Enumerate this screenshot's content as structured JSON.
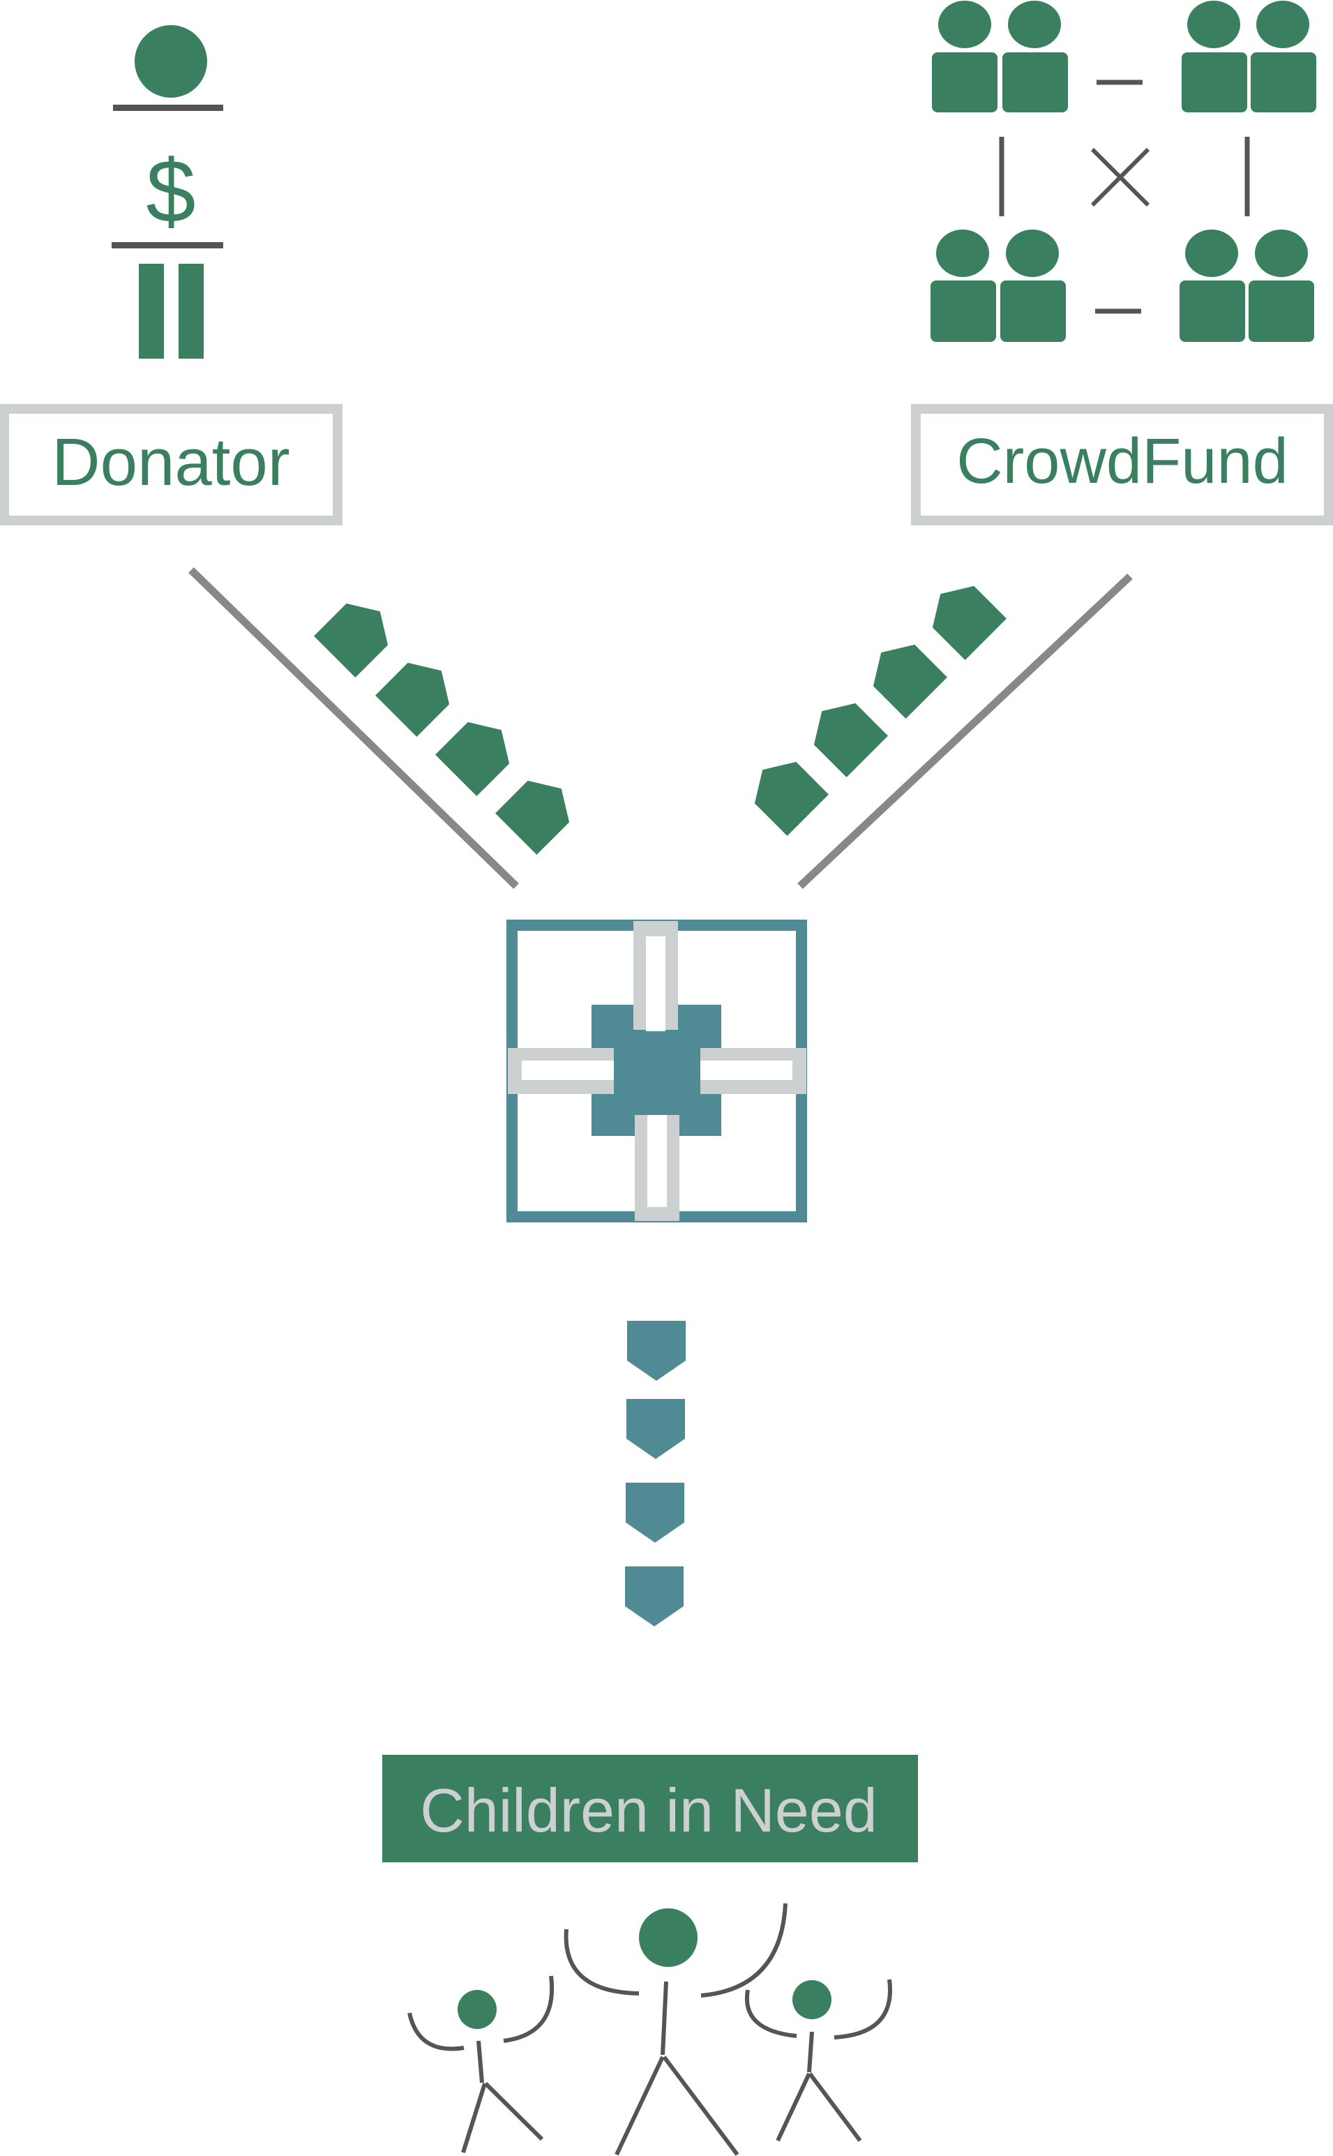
{
  "diagram": {
    "donator": {
      "label": "Donator",
      "currency_symbol": "$"
    },
    "crowdfund": {
      "label": "CrowdFund"
    },
    "recipients": {
      "label": "Children in Need"
    }
  },
  "colors": {
    "green": "#3a8060",
    "teal": "#508a94",
    "light_gray": "#cdd0d0",
    "dark_gray": "#555555",
    "line_gray": "#888888",
    "white": "#ffffff"
  },
  "icons": {
    "donator": "person-with-money-icon",
    "crowdfund": "group-of-people-icon",
    "hub": "exchange-hub-icon",
    "children": "children-stick-figures-icon",
    "arrows": "pentagon-arrow-icon"
  }
}
